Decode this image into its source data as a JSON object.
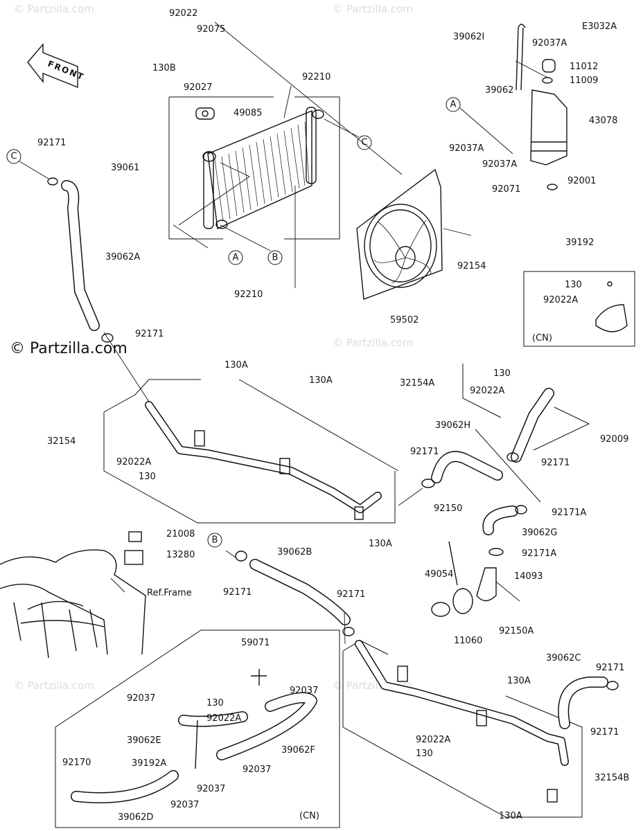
{
  "watermark": {
    "text": "© Partzilla.com",
    "big_text": "© Partzilla.com"
  },
  "diagram_code": "E3032A",
  "front_arrow_label": "FRONT",
  "ref_frame_label": "Ref.Frame",
  "cn_label": "(CN)",
  "callouts": [
    "A",
    "B",
    "C"
  ],
  "labels": {
    "l92022": "92022",
    "l92075": "92075",
    "l130B": "130B",
    "l92027": "92027",
    "l92210a": "92210",
    "l49085": "49085",
    "l39061": "39061",
    "l92210b": "92210",
    "l92171a": "92171",
    "l39062A": "39062A",
    "l92171b": "92171",
    "l39062I": "39062I",
    "l92037Aa": "92037A",
    "l11012": "11012",
    "l11009": "11009",
    "l39062": "39062",
    "l43078": "43078",
    "l92037Ab": "92037A",
    "l92037Ac": "92037A",
    "l92001": "92001",
    "l92071": "92071",
    "l92154": "92154",
    "l59502": "59502",
    "l39192": "39192",
    "l130c": "130",
    "l92022Ac": "92022A",
    "l130Aa": "130A",
    "l130Ab": "130A",
    "l32154": "32154",
    "l92022Aa": "92022A",
    "l130a": "130",
    "l130Ac": "130A",
    "l32154A": "32154A",
    "l130b": "130",
    "l92022Ab": "92022A",
    "l39062H": "39062H",
    "l92171c": "92171",
    "l92009": "92009",
    "l92171d": "92171",
    "l92171A": "92171A",
    "l92150": "92150",
    "l39062G": "39062G",
    "l92171Ab": "92171A",
    "l49054": "49054",
    "l14093": "14093",
    "l11060": "11060",
    "l92150A": "92150A",
    "l21008": "21008",
    "l13280": "13280",
    "l39062B": "39062B",
    "l92171e": "92171",
    "l92171f": "92171",
    "l59071": "59071",
    "l92037a": "92037",
    "l92037b": "92037",
    "l130d": "130",
    "l92022Ad": "92022A",
    "l39062E": "39062E",
    "l39062F": "39062F",
    "l92170": "92170",
    "l39192A": "39192A",
    "l92037c": "92037",
    "l92037d": "92037",
    "l92037e": "92037",
    "l39062D": "39062D",
    "l130Ad": "130A",
    "l39062C": "39062C",
    "l92171g": "92171",
    "l92171h": "92171",
    "l92022Ae": "92022A",
    "l130e": "130",
    "l32154B": "32154B",
    "l130Ae": "130A"
  }
}
